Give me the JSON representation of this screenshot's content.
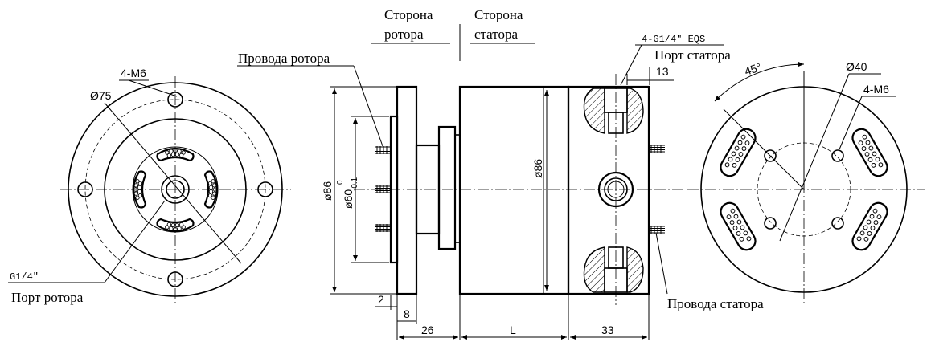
{
  "labels": {
    "rotor_side_line1": "Сторона",
    "rotor_side_line2": "ротора",
    "stator_side_line1": "Сторона",
    "stator_side_line2": "статора",
    "rotor_wires": "Провода ротора",
    "stator_wires": "Провода статора",
    "rotor_port": "Порт ротора",
    "stator_port": "Порт статора"
  },
  "left_view": {
    "thread_callout": "4-M6",
    "diameter_callout": "Ø75",
    "port_thread": "G1/4″"
  },
  "side_view": {
    "port_thread_callout": "4-G1/4″ EQS",
    "dim_flange_outer": "ø86",
    "dim_spigot": "ø60",
    "dim_spigot_tol_upper": "0",
    "dim_spigot_tol_lower": "-0.1",
    "dim_body": "ø86",
    "dim_13": "13",
    "dim_2": "2",
    "dim_8": "8",
    "dim_26": "26",
    "dim_L": "L",
    "dim_33": "33"
  },
  "right_view": {
    "angle_callout": "45°",
    "diameter_callout": "Ø40",
    "thread_callout": "4-M6"
  }
}
